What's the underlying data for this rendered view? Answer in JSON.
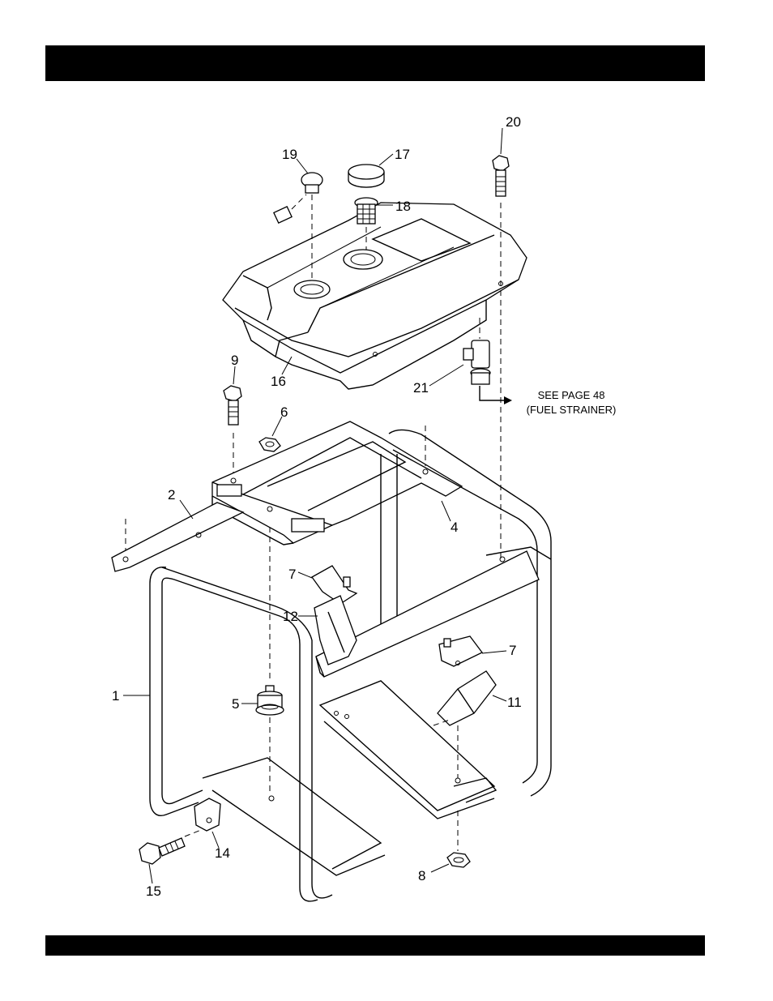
{
  "header": {
    "bar_color": "#000000"
  },
  "footer": {
    "bar_color": "#000000"
  },
  "callouts": {
    "c1": "1",
    "c2": "2",
    "c4": "4",
    "c5": "5",
    "c6": "6",
    "c7a": "7",
    "c7b": "7",
    "c8": "8",
    "c9": "9",
    "c11": "11",
    "c12": "12",
    "c14": "14",
    "c15": "15",
    "c16": "16",
    "c17": "17",
    "c18": "18",
    "c19": "19",
    "c20": "20",
    "c21": "21"
  },
  "note": {
    "line1": "SEE PAGE 48",
    "line2": "(FUEL STRAINER)"
  }
}
